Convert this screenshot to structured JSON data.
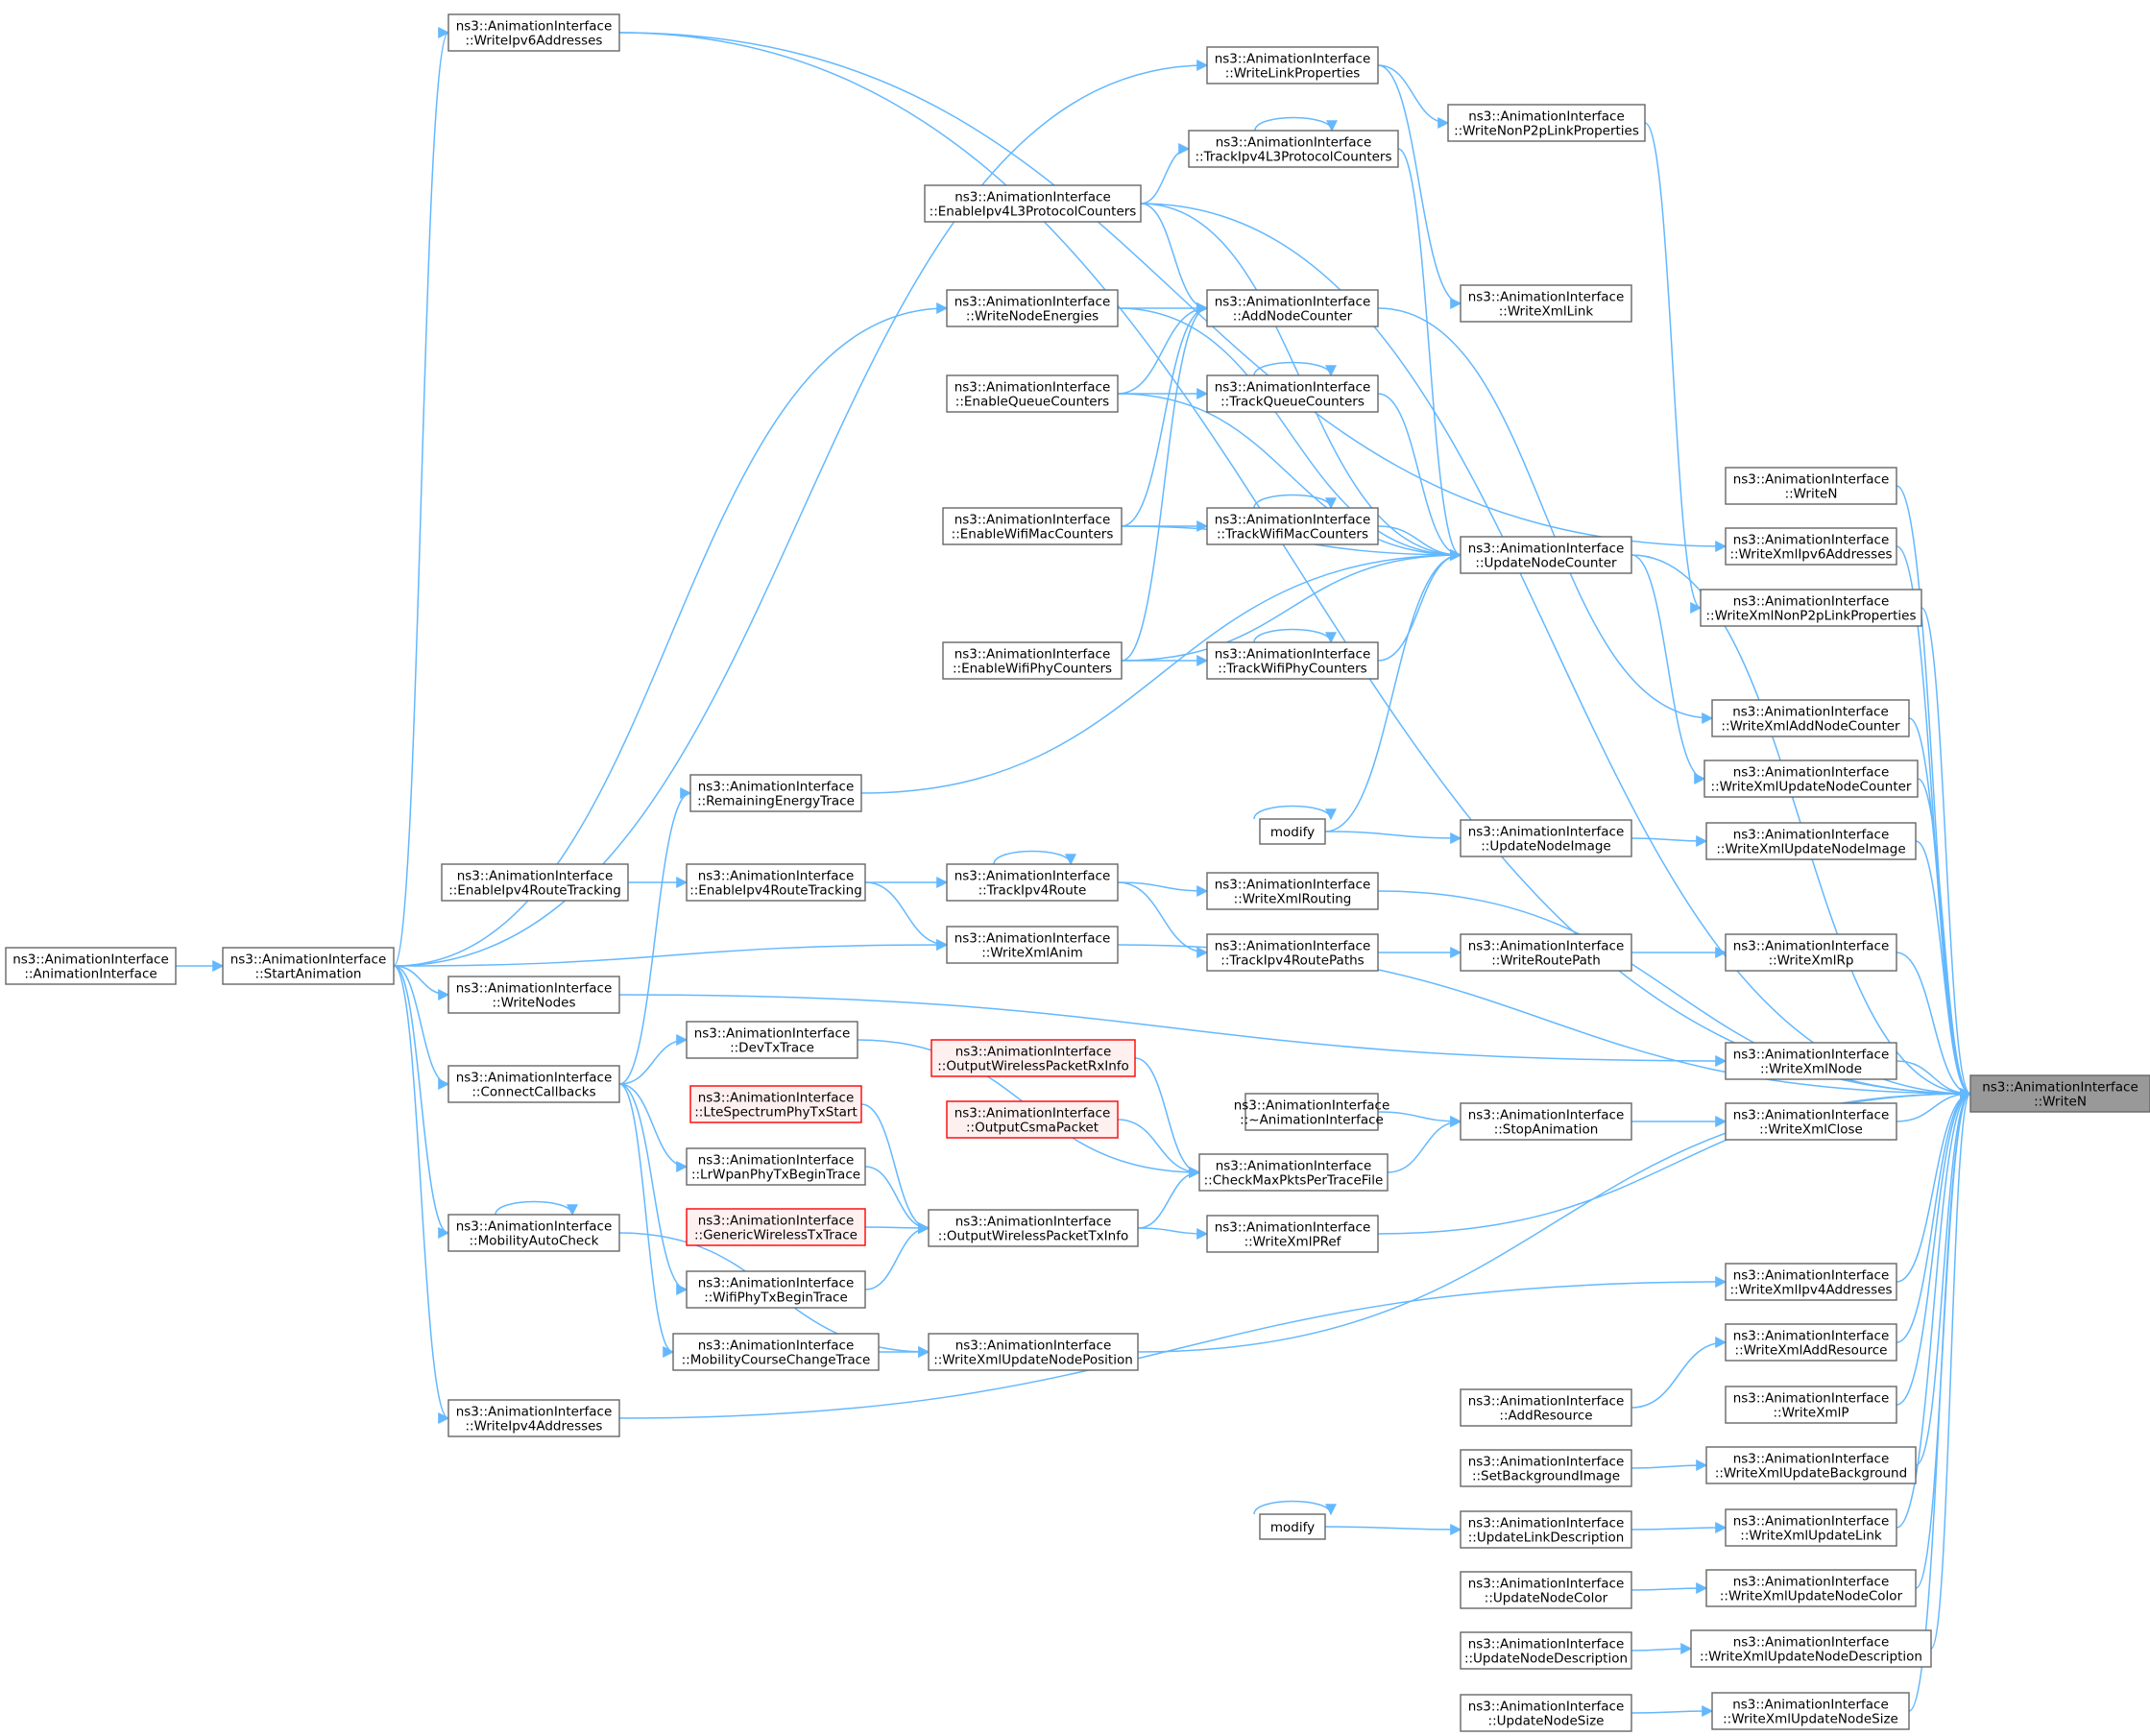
{
  "graph": {
    "edge_color": "#63b8ff",
    "highlight_color": "#ff0000",
    "nodes": {
      "WriteN": [
        "ns3::AnimationInterface",
        "::WriteN"
      ],
      "AnimCtor": [
        "ns3::AnimationInterface",
        "::AnimationInterface"
      ],
      "StartAnimation": [
        "ns3::AnimationInterface",
        "::StartAnimation"
      ],
      "WriteIpv6Addresses": [
        "ns3::AnimationInterface",
        "::WriteIpv6Addresses"
      ],
      "WriteLinkProperties": [
        "ns3::AnimationInterface",
        "::WriteLinkProperties"
      ],
      "WriteNonP2pLinkProperties": [
        "ns3::AnimationInterface",
        "::WriteNonP2pLinkProperties"
      ],
      "TrackIpv4L3ProtocolCounters": [
        "ns3::AnimationInterface",
        "::TrackIpv4L3ProtocolCounters"
      ],
      "EnableIpv4L3ProtocolCounters": [
        "ns3::AnimationInterface",
        "::EnableIpv4L3ProtocolCounters"
      ],
      "WriteNodeEnergies": [
        "ns3::AnimationInterface",
        "::WriteNodeEnergies"
      ],
      "AddNodeCounter": [
        "ns3::AnimationInterface",
        "::AddNodeCounter"
      ],
      "WriteXmlLink": [
        "ns3::AnimationInterface",
        "::WriteXmlLink"
      ],
      "EnableQueueCounters": [
        "ns3::AnimationInterface",
        "::EnableQueueCounters"
      ],
      "TrackQueueCounters": [
        "ns3::AnimationInterface",
        "::TrackQueueCounters"
      ],
      "EnableWifiMacCounters": [
        "ns3::AnimationInterface",
        "::EnableWifiMacCounters"
      ],
      "TrackWifiMacCounters": [
        "ns3::AnimationInterface",
        "::TrackWifiMacCounters"
      ],
      "UpdateNodeCounter": [
        "ns3::AnimationInterface",
        "::UpdateNodeCounter"
      ],
      "EnableWifiPhyCounters": [
        "ns3::AnimationInterface",
        "::EnableWifiPhyCounters"
      ],
      "TrackWifiPhyCounters": [
        "ns3::AnimationInterface",
        "::TrackWifiPhyCounters"
      ],
      "RemainingEnergyTrace": [
        "ns3::AnimationInterface",
        "::RemainingEnergyTrace"
      ],
      "modify1": [
        "modify"
      ],
      "UpdateNodeImage": [
        "ns3::AnimationInterface",
        "::UpdateNodeImage"
      ],
      "EnableIpv4RouteTracking1": [
        "ns3::AnimationInterface",
        "::EnableIpv4RouteTracking"
      ],
      "EnableIpv4RouteTracking2": [
        "ns3::AnimationInterface",
        "::EnableIpv4RouteTracking"
      ],
      "TrackIpv4Route": [
        "ns3::AnimationInterface",
        "::TrackIpv4Route"
      ],
      "WriteXmlRouting": [
        "ns3::AnimationInterface",
        "::WriteXmlRouting"
      ],
      "WriteXmlAnim": [
        "ns3::AnimationInterface",
        "::WriteXmlAnim"
      ],
      "TrackIpv4RoutePaths": [
        "ns3::AnimationInterface",
        "::TrackIpv4RoutePaths"
      ],
      "WriteRoutePath": [
        "ns3::AnimationInterface",
        "::WriteRoutePath"
      ],
      "WriteNodes": [
        "ns3::AnimationInterface",
        "::WriteNodes"
      ],
      "ConnectCallbacks": [
        "ns3::AnimationInterface",
        "::ConnectCallbacks"
      ],
      "DevTxTrace": [
        "ns3::AnimationInterface",
        "::DevTxTrace"
      ],
      "OutputWirelessPacketRxInfo": [
        "ns3::AnimationInterface",
        "::OutputWirelessPacketRxInfo"
      ],
      "OutputCsmaPacket": [
        "ns3::AnimationInterface",
        "::OutputCsmaPacket"
      ],
      "Destructor": [
        "ns3::AnimationInterface",
        "::~AnimationInterface"
      ],
      "StopAnimation": [
        "ns3::AnimationInterface",
        "::StopAnimation"
      ],
      "LteSpectrumPhyTxStart": [
        "ns3::AnimationInterface",
        "::LteSpectrumPhyTxStart"
      ],
      "LrWpanPhyTxBeginTrace": [
        "ns3::AnimationInterface",
        "::LrWpanPhyTxBeginTrace"
      ],
      "CheckMaxPktsPerTraceFile": [
        "ns3::AnimationInterface",
        "::CheckMaxPktsPerTraceFile"
      ],
      "MobilityAutoCheck": [
        "ns3::AnimationInterface",
        "::MobilityAutoCheck"
      ],
      "GenericWirelessTxTrace": [
        "ns3::AnimationInterface",
        "::GenericWirelessTxTrace"
      ],
      "OutputWirelessPacketTxInfo": [
        "ns3::AnimationInterface",
        "::OutputWirelessPacketTxInfo"
      ],
      "WriteXmlPRef": [
        "ns3::AnimationInterface",
        "::WriteXmlPRef"
      ],
      "WifiPhyTxBeginTrace": [
        "ns3::AnimationInterface",
        "::WifiPhyTxBeginTrace"
      ],
      "MobilityCourseChangeTrace": [
        "ns3::AnimationInterface",
        "::MobilityCourseChangeTrace"
      ],
      "WriteXmlUpdateNodePosition": [
        "ns3::AnimationInterface",
        "::WriteXmlUpdateNodePosition"
      ],
      "WriteIpv4Addresses": [
        "ns3::AnimationInterface",
        "::WriteIpv4Addresses"
      ],
      "AddResource": [
        "ns3::AnimationInterface",
        "::AddResource"
      ],
      "SetBackgroundImage": [
        "ns3::AnimationInterface",
        "::SetBackgroundImage"
      ],
      "modify2": [
        "modify"
      ],
      "UpdateLinkDescription": [
        "ns3::AnimationInterface",
        "::UpdateLinkDescription"
      ],
      "UpdateNodeColor": [
        "ns3::AnimationInterface",
        "::UpdateNodeColor"
      ],
      "UpdateNodeDescription": [
        "ns3::AnimationInterface",
        "::UpdateNodeDescription"
      ],
      "UpdateNodeSize": [
        "ns3::AnimationInterface",
        "::UpdateNodeSize"
      ],
      "rWriteN": [
        "ns3::AnimationInterface",
        "::WriteN"
      ],
      "WriteXmlIpv6Addresses": [
        "ns3::AnimationInterface",
        "::WriteXmlIpv6Addresses"
      ],
      "WriteXmlNonP2pLinkProperties": [
        "ns3::AnimationInterface",
        "::WriteXmlNonP2pLinkProperties"
      ],
      "WriteXmlAddNodeCounter": [
        "ns3::AnimationInterface",
        "::WriteXmlAddNodeCounter"
      ],
      "WriteXmlUpdateNodeCounter": [
        "ns3::AnimationInterface",
        "::WriteXmlUpdateNodeCounter"
      ],
      "WriteXmlUpdateNodeImage": [
        "ns3::AnimationInterface",
        "::WriteXmlUpdateNodeImage"
      ],
      "WriteXmlRp": [
        "ns3::AnimationInterface",
        "::WriteXmlRp"
      ],
      "WriteXmlNode": [
        "ns3::AnimationInterface",
        "::WriteXmlNode"
      ],
      "WriteXmlClose": [
        "ns3::AnimationInterface",
        "::WriteXmlClose"
      ],
      "WriteXmlIpv4Addresses": [
        "ns3::AnimationInterface",
        "::WriteXmlIpv4Addresses"
      ],
      "WriteXmlAddResource": [
        "ns3::AnimationInterface",
        "::WriteXmlAddResource"
      ],
      "WriteXmlP": [
        "ns3::AnimationInterface",
        "::WriteXmlP"
      ],
      "WriteXmlUpdateBackground": [
        "ns3::AnimationInterface",
        "::WriteXmlUpdateBackground"
      ],
      "WriteXmlUpdateLink": [
        "ns3::AnimationInterface",
        "::WriteXmlUpdateLink"
      ],
      "WriteXmlUpdateNodeColor": [
        "ns3::AnimationInterface",
        "::WriteXmlUpdateNodeColor"
      ],
      "WriteXmlUpdateNodeDescription": [
        "ns3::AnimationInterface",
        "::WriteXmlUpdateNodeDescription"
      ],
      "WriteXmlUpdateNodeSize": [
        "ns3::AnimationInterface",
        "::WriteXmlUpdateNodeSize"
      ]
    },
    "highlighted": [
      "OutputWirelessPacketRxInfo",
      "OutputCsmaPacket",
      "LteSpectrumPhyTxStart",
      "GenericWirelessTxTrace"
    ],
    "target": "WriteN",
    "edges": [
      [
        "StartAnimation",
        "AnimCtor"
      ],
      [
        "WriteIpv6Addresses",
        "StartAnimation"
      ],
      [
        "WriteLinkProperties",
        "StartAnimation"
      ],
      [
        "WriteNodeEnergies",
        "StartAnimation"
      ],
      [
        "WriteXmlAnim",
        "StartAnimation"
      ],
      [
        "WriteNodes",
        "StartAnimation"
      ],
      [
        "ConnectCallbacks",
        "StartAnimation"
      ],
      [
        "MobilityAutoCheck",
        "StartAnimation"
      ],
      [
        "WriteIpv4Addresses",
        "StartAnimation"
      ],
      [
        "WriteNonP2pLinkProperties",
        "WriteLinkProperties"
      ],
      [
        "TrackIpv4L3ProtocolCounters",
        "EnableIpv4L3ProtocolCounters"
      ],
      [
        "TrackIpv4L3ProtocolCounters",
        "TrackIpv4L3ProtocolCounters"
      ],
      [
        "AddNodeCounter",
        "EnableIpv4L3ProtocolCounters"
      ],
      [
        "AddNodeCounter",
        "WriteNodeEnergies"
      ],
      [
        "AddNodeCounter",
        "EnableQueueCounters"
      ],
      [
        "AddNodeCounter",
        "EnableWifiMacCounters"
      ],
      [
        "AddNodeCounter",
        "EnableWifiPhyCounters"
      ],
      [
        "TrackQueueCounters",
        "EnableQueueCounters"
      ],
      [
        "TrackQueueCounters",
        "TrackQueueCounters"
      ],
      [
        "TrackWifiMacCounters",
        "EnableWifiMacCounters"
      ],
      [
        "TrackWifiMacCounters",
        "TrackWifiMacCounters"
      ],
      [
        "TrackWifiPhyCounters",
        "EnableWifiPhyCounters"
      ],
      [
        "TrackWifiPhyCounters",
        "TrackWifiPhyCounters"
      ],
      [
        "UpdateNodeCounter",
        "EnableIpv4L3ProtocolCounters"
      ],
      [
        "UpdateNodeCounter",
        "WriteNodeEnergies"
      ],
      [
        "UpdateNodeCounter",
        "EnableQueueCounters"
      ],
      [
        "UpdateNodeCounter",
        "EnableWifiMacCounters"
      ],
      [
        "UpdateNodeCounter",
        "EnableWifiPhyCounters"
      ],
      [
        "UpdateNodeCounter",
        "TrackIpv4L3ProtocolCounters"
      ],
      [
        "UpdateNodeCounter",
        "TrackQueueCounters"
      ],
      [
        "UpdateNodeCounter",
        "TrackWifiMacCounters"
      ],
      [
        "UpdateNodeCounter",
        "TrackWifiPhyCounters"
      ],
      [
        "UpdateNodeCounter",
        "RemainingEnergyTrace"
      ],
      [
        "UpdateNodeCounter",
        "modify1"
      ],
      [
        "WriteXmlLink",
        "WriteLinkProperties"
      ],
      [
        "RemainingEnergyTrace",
        "ConnectCallbacks"
      ],
      [
        "modify1",
        "modify1"
      ],
      [
        "UpdateNodeImage",
        "modify1"
      ],
      [
        "EnableIpv4RouteTracking2",
        "EnableIpv4RouteTracking1"
      ],
      [
        "TrackIpv4Route",
        "EnableIpv4RouteTracking2"
      ],
      [
        "TrackIpv4Route",
        "TrackIpv4Route"
      ],
      [
        "WriteXmlRouting",
        "TrackIpv4Route"
      ],
      [
        "WriteXmlAnim",
        "EnableIpv4RouteTracking2"
      ],
      [
        "TrackIpv4RoutePaths",
        "TrackIpv4Route"
      ],
      [
        "WriteRoutePath",
        "TrackIpv4RoutePaths"
      ],
      [
        "DevTxTrace",
        "ConnectCallbacks"
      ],
      [
        "LrWpanPhyTxBeginTrace",
        "ConnectCallbacks"
      ],
      [
        "WifiPhyTxBeginTrace",
        "ConnectCallbacks"
      ],
      [
        "MobilityCourseChangeTrace",
        "ConnectCallbacks"
      ],
      [
        "MobilityAutoCheck",
        "MobilityAutoCheck"
      ],
      [
        "CheckMaxPktsPerTraceFile",
        "OutputWirelessPacketRxInfo"
      ],
      [
        "CheckMaxPktsPerTraceFile",
        "OutputCsmaPacket"
      ],
      [
        "CheckMaxPktsPerTraceFile",
        "DevTxTrace"
      ],
      [
        "CheckMaxPktsPerTraceFile",
        "OutputWirelessPacketTxInfo"
      ],
      [
        "StopAnimation",
        "Destructor"
      ],
      [
        "StopAnimation",
        "CheckMaxPktsPerTraceFile"
      ],
      [
        "OutputWirelessPacketTxInfo",
        "LteSpectrumPhyTxStart"
      ],
      [
        "OutputWirelessPacketTxInfo",
        "LrWpanPhyTxBeginTrace"
      ],
      [
        "OutputWirelessPacketTxInfo",
        "GenericWirelessTxTrace"
      ],
      [
        "OutputWirelessPacketTxInfo",
        "WifiPhyTxBeginTrace"
      ],
      [
        "WriteXmlPRef",
        "OutputWirelessPacketTxInfo"
      ],
      [
        "WriteXmlUpdateNodePosition",
        "MobilityCourseChangeTrace"
      ],
      [
        "WriteXmlUpdateNodePosition",
        "MobilityAutoCheck"
      ],
      [
        "modify2",
        "modify2"
      ],
      [
        "UpdateLinkDescription",
        "modify2"
      ],
      [
        "WriteXmlIpv6Addresses",
        "WriteIpv6Addresses"
      ],
      [
        "WriteXmlNonP2pLinkProperties",
        "WriteNonP2pLinkProperties"
      ],
      [
        "WriteXmlAddNodeCounter",
        "AddNodeCounter"
      ],
      [
        "WriteXmlUpdateNodeCounter",
        "UpdateNodeCounter"
      ],
      [
        "WriteXmlUpdateNodeImage",
        "UpdateNodeImage"
      ],
      [
        "WriteXmlRp",
        "WriteRoutePath"
      ],
      [
        "WriteXmlNode",
        "WriteNodes"
      ],
      [
        "WriteXmlClose",
        "StopAnimation"
      ],
      [
        "WriteXmlIpv4Addresses",
        "WriteIpv4Addresses"
      ],
      [
        "WriteXmlAddResource",
        "AddResource"
      ],
      [
        "WriteXmlUpdateBackground",
        "SetBackgroundImage"
      ],
      [
        "WriteXmlUpdateLink",
        "UpdateLinkDescription"
      ],
      [
        "WriteXmlUpdateNodeColor",
        "UpdateNodeColor"
      ],
      [
        "WriteXmlUpdateNodeDescription",
        "UpdateNodeDescription"
      ],
      [
        "WriteXmlUpdateNodeSize",
        "UpdateNodeSize"
      ],
      [
        "WriteN",
        "WriteIpv6Addresses"
      ],
      [
        "WriteN",
        "rWriteN"
      ],
      [
        "WriteN",
        "WriteXmlIpv6Addresses"
      ],
      [
        "WriteN",
        "WriteXmlNonP2pLinkProperties"
      ],
      [
        "WriteN",
        "WriteXmlAddNodeCounter"
      ],
      [
        "WriteN",
        "WriteXmlUpdateNodeCounter"
      ],
      [
        "WriteN",
        "WriteXmlUpdateNodeImage"
      ],
      [
        "WriteN",
        "WriteXmlRouting"
      ],
      [
        "WriteN",
        "WriteXmlRp"
      ],
      [
        "WriteN",
        "WriteXmlAnim"
      ],
      [
        "WriteN",
        "WriteXmlNode"
      ],
      [
        "WriteN",
        "WriteXmlClose"
      ],
      [
        "WriteN",
        "WriteXmlPRef"
      ],
      [
        "WriteN",
        "WriteXmlUpdateNodePosition"
      ],
      [
        "WriteN",
        "WriteXmlIpv4Addresses"
      ],
      [
        "WriteN",
        "WriteXmlAddResource"
      ],
      [
        "WriteN",
        "WriteXmlP"
      ],
      [
        "WriteN",
        "WriteXmlUpdateBackground"
      ],
      [
        "WriteN",
        "WriteXmlUpdateLink"
      ],
      [
        "WriteN",
        "WriteXmlUpdateNodeColor"
      ],
      [
        "WriteN",
        "WriteXmlUpdateNodeDescription"
      ],
      [
        "WriteN",
        "WriteXmlUpdateNodeSize"
      ],
      [
        "WriteN",
        "UpdateNodeCounter"
      ],
      [
        "WriteN",
        "EnableIpv4L3ProtocolCounters"
      ]
    ]
  }
}
